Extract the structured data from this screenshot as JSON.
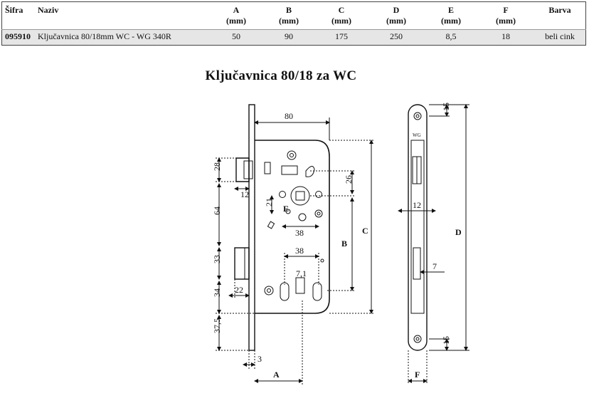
{
  "table": {
    "headers": {
      "sifra": "Šifra",
      "naziv": "Naziv",
      "a": "A",
      "a_unit": "(mm)",
      "b": "B",
      "b_unit": "(mm)",
      "c": "C",
      "c_unit": "(mm)",
      "d": "D",
      "d_unit": "(mm)",
      "e": "E",
      "e_unit": "(mm)",
      "f": "F",
      "f_unit": "(mm)",
      "barva": "Barva"
    },
    "row": {
      "code": "095910",
      "name": "Ključavnica 80/18mm WC  -  WG 340R",
      "a": "50",
      "b": "90",
      "c": "175",
      "d": "250",
      "e": "8,5",
      "f": "18",
      "barva": "beli cink"
    }
  },
  "drawing": {
    "title": "Ključavnica 80/18 za WC",
    "front": {
      "dim_80": "80",
      "dim_28": "28",
      "dim_12": "12",
      "dim_26": "26",
      "dim_21": "21",
      "label_E": "E",
      "dim_38_top": "38",
      "dim_64": "64",
      "label_B": "B",
      "label_C": "C",
      "dim_38_bottom": "38",
      "dim_7_1": "7,1",
      "dim_33": "33",
      "dim_22": "22",
      "dim_34": "34",
      "dim_37_5": "37,5",
      "dim_3": "3",
      "label_A": "A"
    },
    "side": {
      "dim_15_top": "15",
      "dim_12": "12",
      "label_D": "D",
      "dim_7": "7",
      "dim_15_bottom": "15",
      "label_F": "F",
      "brand_mark": "WG"
    }
  }
}
